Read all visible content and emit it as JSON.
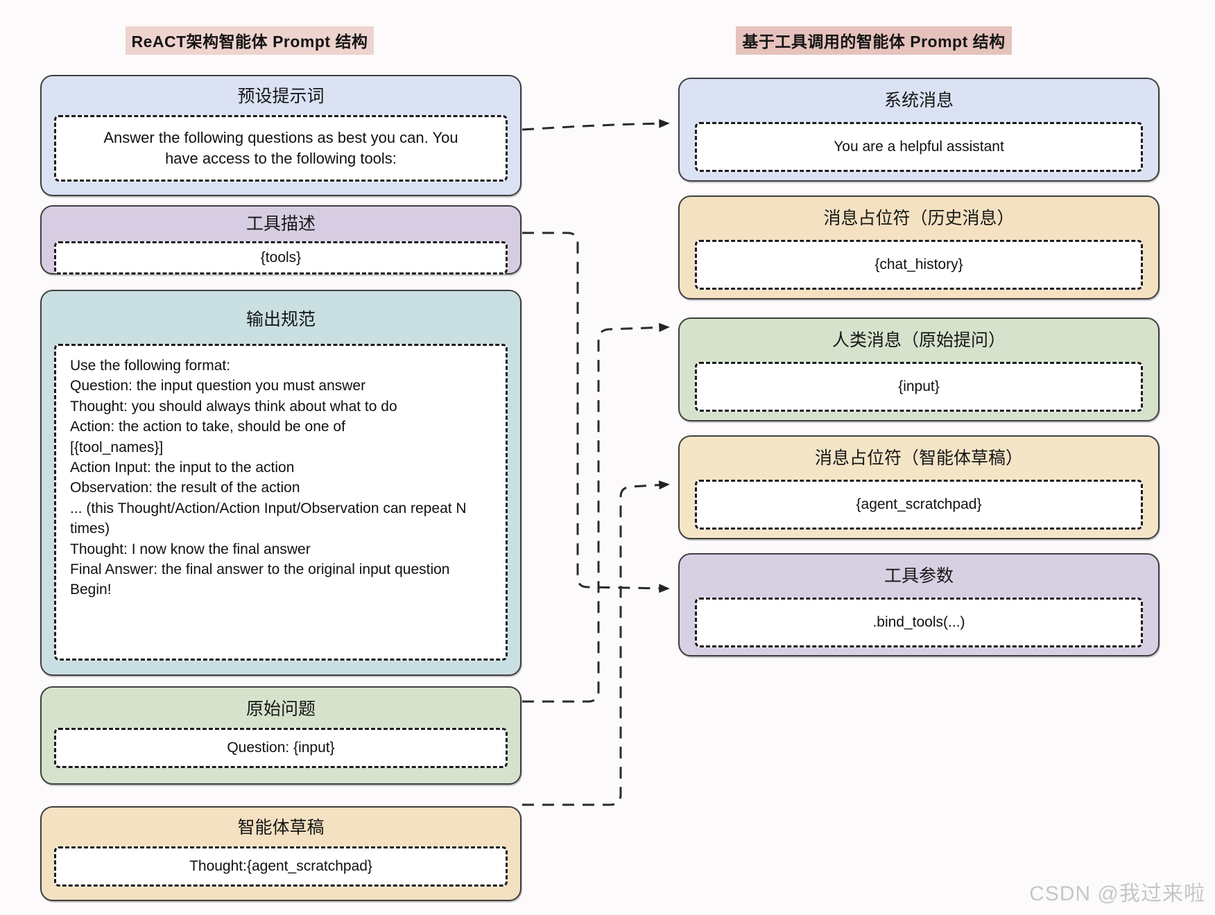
{
  "left_column": {
    "title": "ReACT架构智能体 Prompt 结构",
    "title_highlight": "#eed3ce",
    "boxes": [
      {
        "title": "预设提示词",
        "content": "Answer the following questions as best you can. You have access to the following tools:",
        "fill": "#dbe2f4"
      },
      {
        "title": "工具描述",
        "content": "{tools}",
        "fill": "#d7cde2"
      },
      {
        "title": "输出规范",
        "content": "Use the following format:\nQuestion: the input question you must answer\nThought: you should always think about what to do\nAction: the action to take, should be one of\n[{tool_names}]\nAction Input: the input to the action\nObservation: the result of the action\n... (this Thought/Action/Action Input/Observation can repeat N times)\nThought: I now know the final answer\nFinal Answer: the final answer to the original input question\nBegin!",
        "fill": "#c9dfe1"
      },
      {
        "title": "原始问题",
        "content": "Question: {input}",
        "fill": "#d6e2cc"
      },
      {
        "title": "智能体草稿",
        "content": "Thought:{agent_scratchpad}",
        "fill": "#f4e1c1"
      }
    ]
  },
  "right_column": {
    "title": "基于工具调用的智能体 Prompt 结构",
    "title_highlight": "#e6c2bd",
    "boxes": [
      {
        "title": "系统消息",
        "content": "You are a helpful assistant",
        "fill": "#dbe2f4"
      },
      {
        "title": "消息占位符（历史消息）",
        "content": "{chat_history}",
        "fill": "#f4e1c1"
      },
      {
        "title": "人类消息（原始提问）",
        "content": "{input}",
        "fill": "#d6e2cc"
      },
      {
        "title": "消息占位符（智能体草稿）",
        "content": "{agent_scratchpad}",
        "fill": "#f5e5c7"
      },
      {
        "title": "工具参数",
        "content": ".bind_tools(...)",
        "fill": "#d7cfe2"
      }
    ]
  },
  "arrows": [
    {
      "from": "预设提示词",
      "to": "系统消息"
    },
    {
      "from": "工具描述",
      "to": "工具参数"
    },
    {
      "from": "原始问题",
      "to": "人类消息（原始提问）"
    },
    {
      "from": "智能体草稿",
      "to": "消息占位符（智能体草稿）"
    }
  ],
  "watermark": "CSDN @我过来啦",
  "colors": {
    "box_border": "#3f3f3f",
    "dashed_border": "#1b1b1b",
    "arrow": "#2b2b2b",
    "watermark": "#c6c5c8",
    "background": "#fcfafa"
  }
}
